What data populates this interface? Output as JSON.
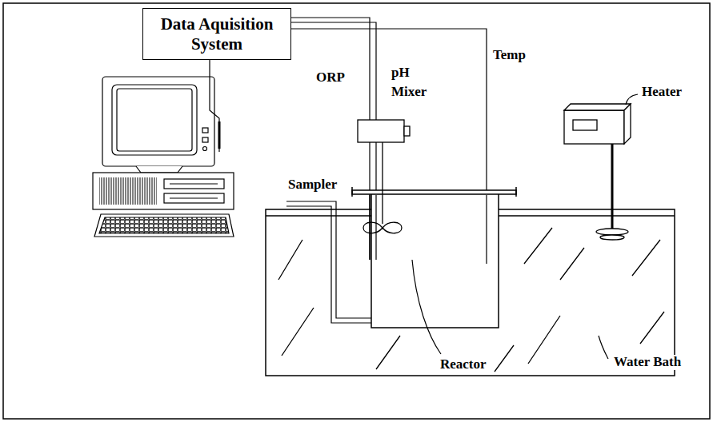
{
  "diagram": {
    "nodes": [
      {
        "text": [
          "Data Aquisition System"
        ]
      }
    ],
    "labels": [
      "ORP",
      "pH",
      "Mixer",
      "Temp",
      "Sampler",
      "Heater",
      "Reactor",
      "Water Bath"
    ]
  }
}
